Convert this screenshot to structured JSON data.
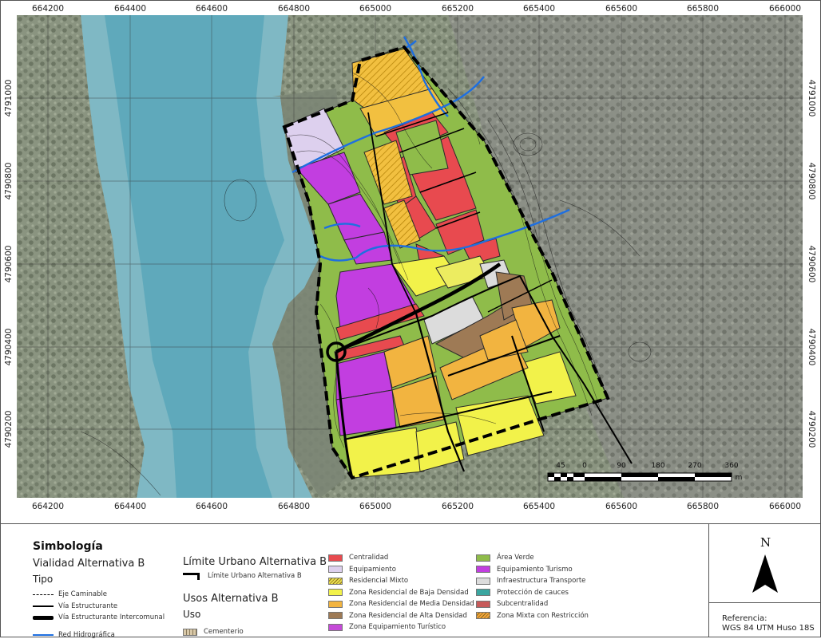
{
  "map": {
    "coords_top": [
      "664200",
      "664400",
      "664600",
      "664800",
      "665000",
      "665200",
      "665400",
      "665600",
      "665800",
      "666000"
    ],
    "coords_bottom": [
      "664200",
      "664400",
      "664600",
      "664800",
      "665000",
      "665200",
      "665400",
      "665600",
      "665800",
      "666000"
    ],
    "coords_left": [
      "4791000",
      "4790800",
      "4790600",
      "4790400",
      "4790200"
    ],
    "coords_right": [
      "4791000",
      "4790800",
      "4790600",
      "4790400",
      "4790200"
    ],
    "scale_labels": [
      "45",
      "0",
      "90",
      "180",
      "270",
      "360"
    ],
    "scale_unit": "m"
  },
  "legend": {
    "title": "Simbología",
    "vialidad": {
      "title": "Vialidad Alternativa B",
      "subtitle": "Tipo",
      "items": [
        "Eje Caminable",
        "Vía Estructurante",
        "Vía Estructurante Intercomunal",
        "Red Hidrográfica"
      ]
    },
    "limite": {
      "title": "Límite Urbano Alternativa B",
      "item": "Límite Urbano Alternativa B"
    },
    "usos": {
      "title": "Usos Alternativa B",
      "subtitle": "Uso",
      "cementerio": "Cementerio"
    },
    "zones_col1": [
      {
        "label": "Centralidad",
        "color": "#e84a4f"
      },
      {
        "label": "Equipamiento",
        "color": "#ddd0ee"
      },
      {
        "label": "Residencial Mixto",
        "color": "#e8e050"
      },
      {
        "label": "Zona Residencial de Baja Densidad",
        "color": "#f2f24a"
      },
      {
        "label": "Zona Residencial de Media Densidad",
        "color": "#f2b440"
      },
      {
        "label": "Zona Residencial de Alta Densidad",
        "color": "#9e7a55"
      },
      {
        "label": "Zona Equipamiento Turístico",
        "color": "#c54ad8"
      }
    ],
    "zones_col2": [
      {
        "label": "Área Verde",
        "color": "#8fbc4a"
      },
      {
        "label": "Equipamiento Turismo",
        "color": "#c23ee0"
      },
      {
        "label": "Infraestructura Transporte",
        "color": "#dcdcdc"
      },
      {
        "label": "Protección de cauces",
        "color": "#3aa6a0"
      },
      {
        "label": "Subcentralidad",
        "color": "#c75a5a"
      },
      {
        "label": "Zona Mixta con Restricción",
        "color": "#f2a33a"
      }
    ],
    "north": "N",
    "reference_label": "Referencia:",
    "reference_value": "WGS 84 UTM Huso 18S"
  }
}
